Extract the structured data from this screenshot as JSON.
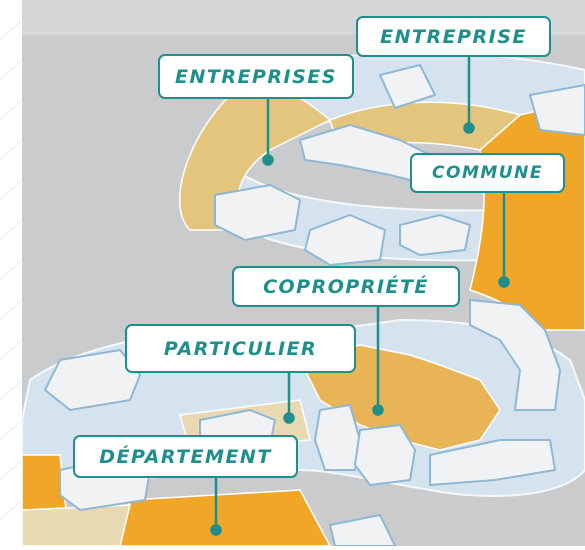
{
  "colors": {
    "top_band": "#d4d6d8",
    "ground": "#c9cbcd",
    "road": "#d4e3ee",
    "building_outline": "#8eb8d4",
    "building_fill": "#f1f2f3",
    "parcel_light": "#e4c57d",
    "parcel_orange": "#f0a728",
    "parcel_mid": "#e8b456",
    "parcel_beige": "#e9d9b2",
    "label_teal": "#1f8f8c"
  },
  "labels": {
    "entreprise": "ENTREPRISE",
    "entreprises": "ENTREPRISES",
    "commune": "COMMUNE",
    "copropriete": "COPROPRIÉTÉ",
    "particulier": "PARTICULIER",
    "departement": "DÉPARTEMENT"
  }
}
